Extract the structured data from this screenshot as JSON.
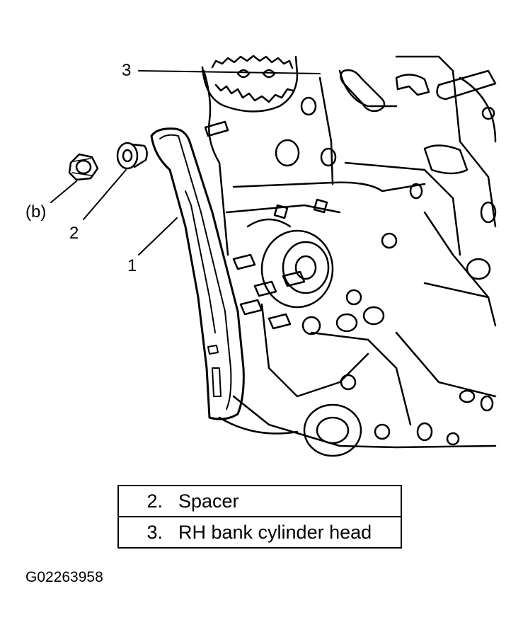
{
  "callouts": {
    "c3": "3",
    "cb": "(b)",
    "c2": "2",
    "c1": "1"
  },
  "legend": [
    {
      "num": "2.",
      "label": "Spacer"
    },
    {
      "num": "3.",
      "label": "RH bank cylinder head"
    }
  ],
  "figure_code": "G02263958"
}
